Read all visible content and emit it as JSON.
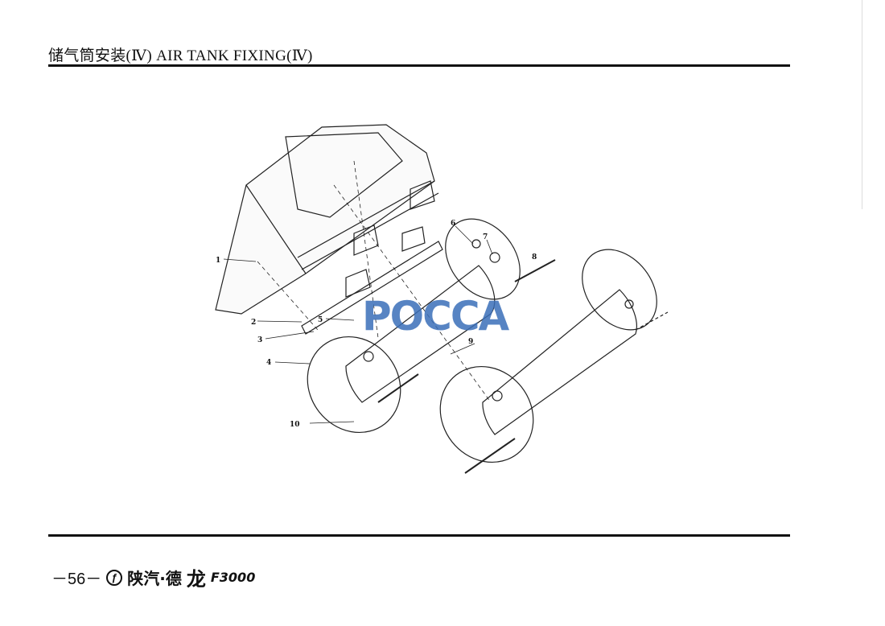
{
  "header": {
    "title": "储气筒安装(Ⅳ) AIR TANK FIXING(Ⅳ)"
  },
  "diagram": {
    "callouts": [
      "1",
      "2",
      "3",
      "4",
      "5",
      "6",
      "7",
      "8",
      "9",
      "10"
    ],
    "watermark": "POCCA",
    "watermark_color": "#3a6fb8"
  },
  "footer": {
    "page_number": "－56－",
    "brand": "陕汽·德",
    "brand_script": "龙",
    "model": "F3000"
  }
}
